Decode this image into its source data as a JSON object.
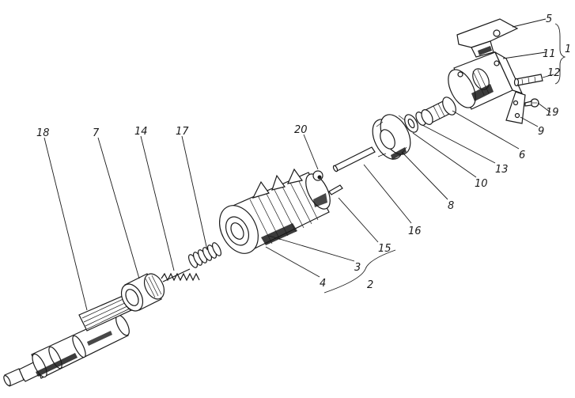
{
  "diagram": {
    "callouts": [
      {
        "id": "c18",
        "text": "18"
      },
      {
        "id": "c7",
        "text": "7"
      },
      {
        "id": "c14",
        "text": "14"
      },
      {
        "id": "c17",
        "text": "17"
      },
      {
        "id": "c20",
        "text": "20"
      },
      {
        "id": "c16",
        "text": "16"
      },
      {
        "id": "c15",
        "text": "15"
      },
      {
        "id": "c3",
        "text": "3"
      },
      {
        "id": "c4",
        "text": "4"
      },
      {
        "id": "c2",
        "text": "2"
      },
      {
        "id": "c8",
        "text": "8"
      },
      {
        "id": "c10",
        "text": "10"
      },
      {
        "id": "c13",
        "text": "13"
      },
      {
        "id": "c6",
        "text": "6"
      },
      {
        "id": "c9",
        "text": "9"
      },
      {
        "id": "c19",
        "text": "19"
      },
      {
        "id": "c12",
        "text": "12"
      },
      {
        "id": "c11",
        "text": "11"
      },
      {
        "id": "c5",
        "text": "5"
      },
      {
        "id": "c1",
        "text": "1"
      }
    ]
  }
}
